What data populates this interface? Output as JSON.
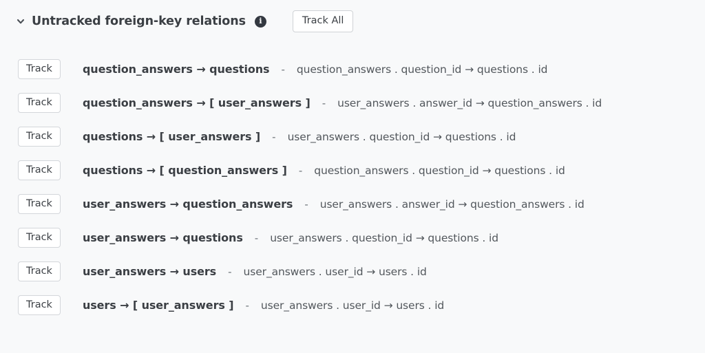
{
  "header": {
    "chevron_icon": "chevron-down-icon",
    "title": "Untracked foreign-key relations",
    "info_icon": "info-icon",
    "info_glyph": "i",
    "track_all_label": "Track All"
  },
  "colors": {
    "background": "#f8f9fa",
    "title_text": "#3b3f44",
    "detail_text": "#52575c",
    "separator_text": "#6d7278",
    "button_bg": "#ffffff",
    "button_border": "#d3d6da",
    "info_icon_bg": "#333840"
  },
  "rows": [
    {
      "track_label": "Track",
      "relation": "question_answers → questions",
      "separator": "-",
      "detail": "question_answers . question_id   →  questions . id"
    },
    {
      "track_label": "Track",
      "relation": "question_answers → [ user_answers ]",
      "separator": "-",
      "detail": "user_answers . answer_id   →  question_answers . id"
    },
    {
      "track_label": "Track",
      "relation": "questions → [ user_answers ]",
      "separator": "-",
      "detail": "user_answers . question_id   →  questions . id"
    },
    {
      "track_label": "Track",
      "relation": "questions → [ question_answers ]",
      "separator": "-",
      "detail": "question_answers . question_id   →  questions . id"
    },
    {
      "track_label": "Track",
      "relation": "user_answers → question_answers",
      "separator": "-",
      "detail": "user_answers . answer_id   →  question_answers . id"
    },
    {
      "track_label": "Track",
      "relation": "user_answers → questions",
      "separator": "-",
      "detail": "user_answers . question_id   →  questions . id"
    },
    {
      "track_label": "Track",
      "relation": "user_answers → users",
      "separator": "-",
      "detail": "user_answers . user_id   →  users . id"
    },
    {
      "track_label": "Track",
      "relation": "users → [ user_answers ]",
      "separator": "-",
      "detail": "user_answers . user_id   →  users . id"
    }
  ]
}
